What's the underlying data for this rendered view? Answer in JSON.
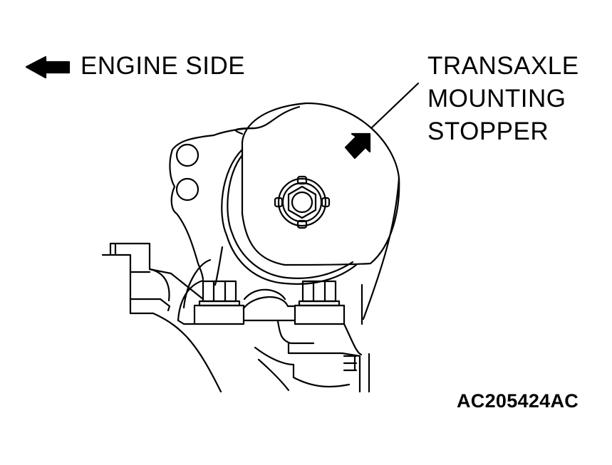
{
  "direction_indicator": {
    "icon": "left-arrow-icon",
    "label": "ENGINE SIDE"
  },
  "callout": {
    "lines": [
      "TRANSAXLE",
      "MOUNTING",
      "STOPPER"
    ]
  },
  "figure_code": "AC205424AC",
  "colors": {
    "line": "#000000",
    "background": "#ffffff"
  }
}
